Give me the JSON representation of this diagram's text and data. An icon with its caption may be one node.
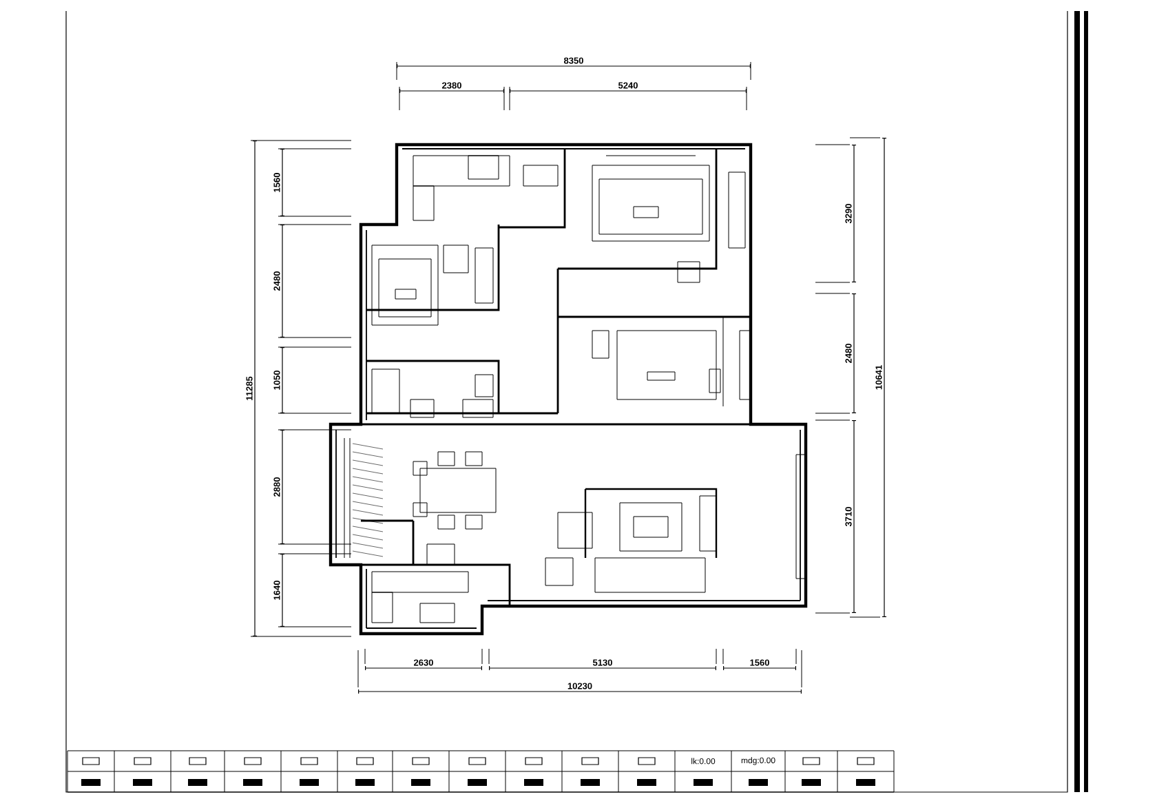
{
  "diagram": {
    "labels": [
      "8350",
      "2380",
      "5240",
      "1560",
      "2480",
      "1050",
      "2880",
      "1640",
      "11285",
      "3290",
      "2480",
      "3710",
      "10641",
      "2630",
      "5130",
      "1560",
      "10230",
      "lk:0.00",
      "mdg:0.00"
    ]
  }
}
